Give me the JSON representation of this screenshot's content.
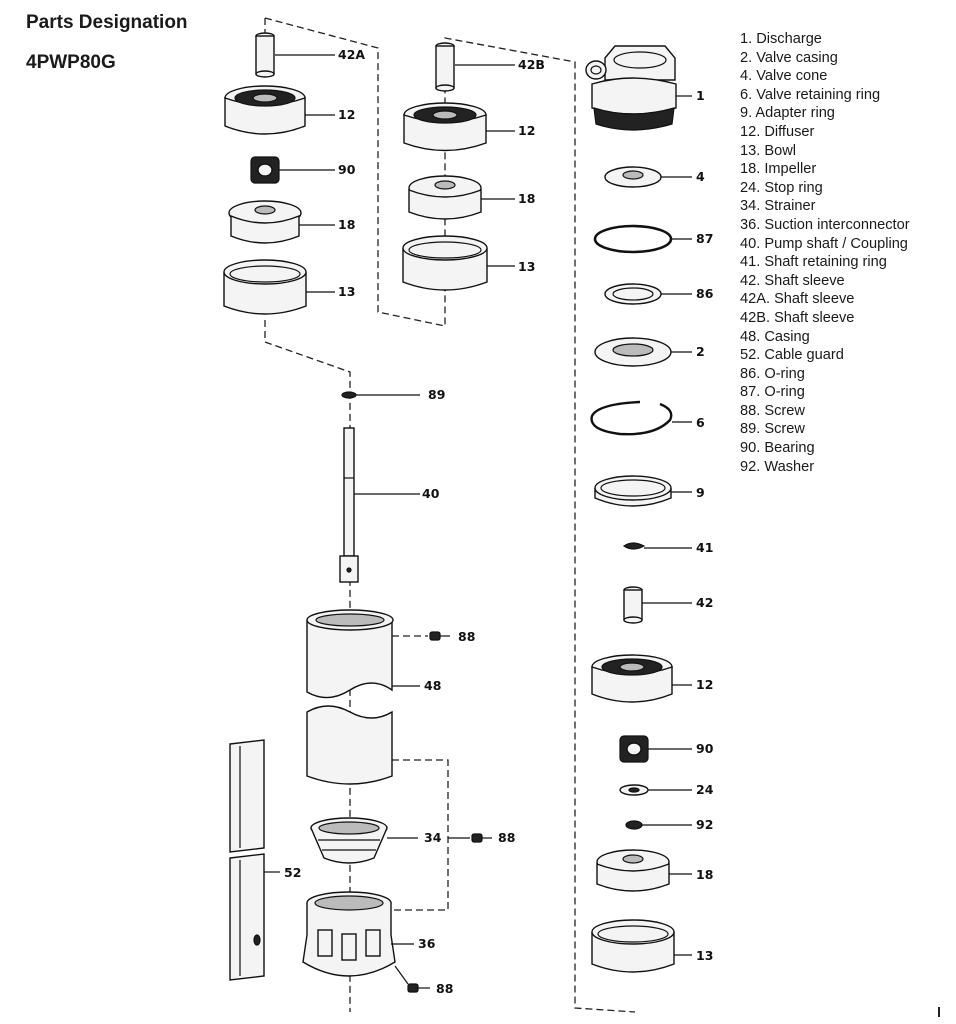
{
  "header": {
    "title": "Parts Designation",
    "model": "4PWP80G"
  },
  "legend": [
    "1. Discharge",
    "2. Valve casing",
    "4. Valve cone",
    "6. Valve retaining ring",
    "9. Adapter ring",
    "12. Diffuser",
    "13. Bowl",
    "18. Impeller",
    "24. Stop ring",
    "34. Strainer",
    "36. Suction interconnector",
    "40. Pump shaft / Coupling",
    "41. Shaft retaining ring",
    "42. Shaft sleeve",
    "42A. Shaft sleeve",
    "42B. Shaft sleeve",
    "48. Casing",
    "52. Cable guard",
    "86. O-ring",
    "87. O-ring",
    "88. Screw",
    "89. Screw",
    "90. Bearing",
    "92. Washer"
  ],
  "callouts": {
    "c42a": "42A",
    "c12a": "12",
    "c90a": "90",
    "c18a": "18",
    "c13a": "13",
    "c42b": "42B",
    "c12b": "12",
    "c18b": "18",
    "c13b": "13",
    "c89": "89",
    "c40": "40",
    "c88a": "88",
    "c48": "48",
    "c34": "34",
    "c88b": "88",
    "c52": "52",
    "c36": "36",
    "c88c": "88",
    "c1": "1",
    "c4": "4",
    "c87": "87",
    "c86": "86",
    "c2": "2",
    "c6": "6",
    "c9": "9",
    "c41": "41",
    "c42": "42",
    "c12c": "12",
    "c90b": "90",
    "c24": "24",
    "c92": "92",
    "c18c": "18",
    "c13c": "13"
  }
}
